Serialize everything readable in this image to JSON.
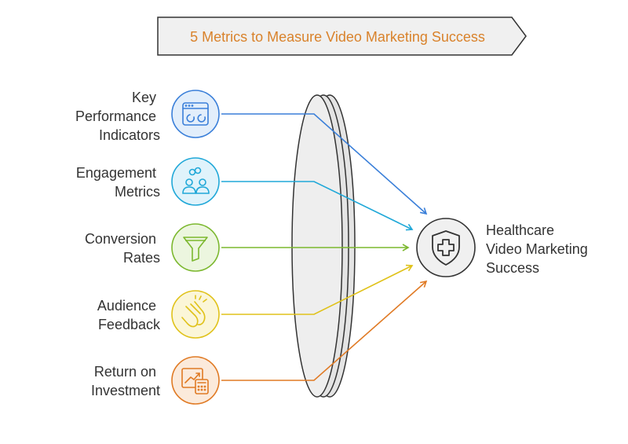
{
  "title": {
    "text": "5 Metrics to Measure Video Marketing Success",
    "color": "#d9822b"
  },
  "outcome": {
    "lines": [
      "Healthcare",
      "Video Marketing",
      "Success"
    ],
    "icon": "shield-plus-icon"
  },
  "metrics": [
    {
      "lines": [
        "Key",
        "Performance",
        "Indicators"
      ],
      "icon": "dashboard-window-icon",
      "color": "#3a7fd9"
    },
    {
      "lines": [
        "Engagement",
        "Metrics"
      ],
      "icon": "people-link-icon",
      "color": "#20a8d8"
    },
    {
      "lines": [
        "Conversion",
        "Rates"
      ],
      "icon": "funnel-icon",
      "color": "#7cb82f"
    },
    {
      "lines": [
        "Audience",
        "Feedback"
      ],
      "icon": "clapping-hands-icon",
      "color": "#e0c21a"
    },
    {
      "lines": [
        "Return on",
        "Investment"
      ],
      "icon": "chart-calculator-icon",
      "color": "#e07a24"
    }
  ]
}
